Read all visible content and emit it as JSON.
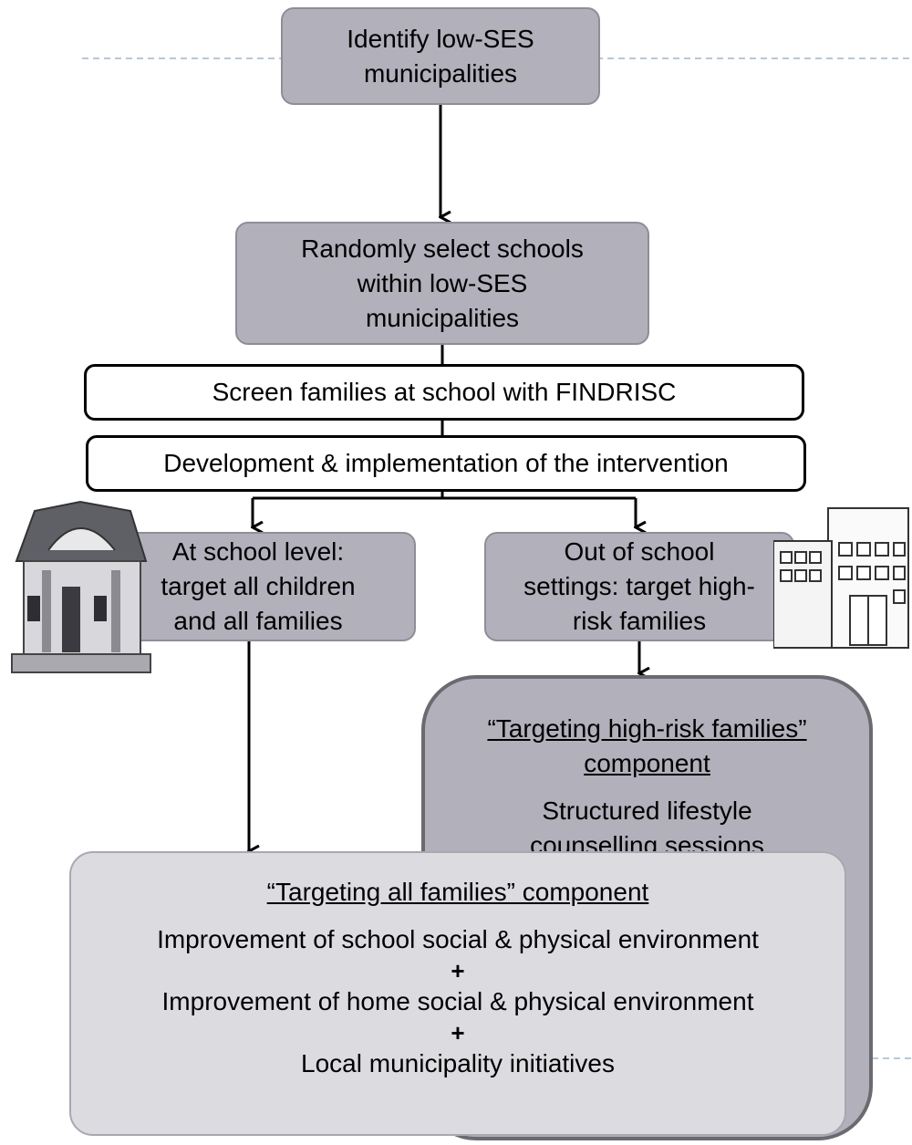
{
  "nodes": {
    "identify": [
      "Identify low-SES",
      "municipalities"
    ],
    "randomly": [
      "Randomly select schools",
      "within low-SES",
      "municipalities"
    ],
    "screen": "Screen families at school with FINDRISC",
    "development": "Development & implementation of the intervention",
    "school_level": [
      "At school level:",
      "target all children",
      "and all families"
    ],
    "out_of_school": [
      "Out of school",
      "settings: target high-",
      "risk families"
    ]
  },
  "high_risk_component": {
    "title_line1": "“Targeting high-risk families”",
    "title_line2": "component",
    "body_line1": "Structured lifestyle",
    "body_line2": "counselling sessions",
    "plus": "+"
  },
  "all_families_component": {
    "title": "“Targeting all families” component",
    "item1": "Improvement of school social & physical environment",
    "plus1": "+",
    "item2": "Improvement of home social & physical environment",
    "plus2": "+",
    "item3": "Local municipality initiatives"
  },
  "icons": [
    "school-building-icon",
    "office-building-icon"
  ],
  "colors": {
    "box_gray": "#b1b0bb",
    "box_light": "#dcdbe0",
    "border_dark": "#6a6a70",
    "dashed_line": "#9fb6cc"
  }
}
